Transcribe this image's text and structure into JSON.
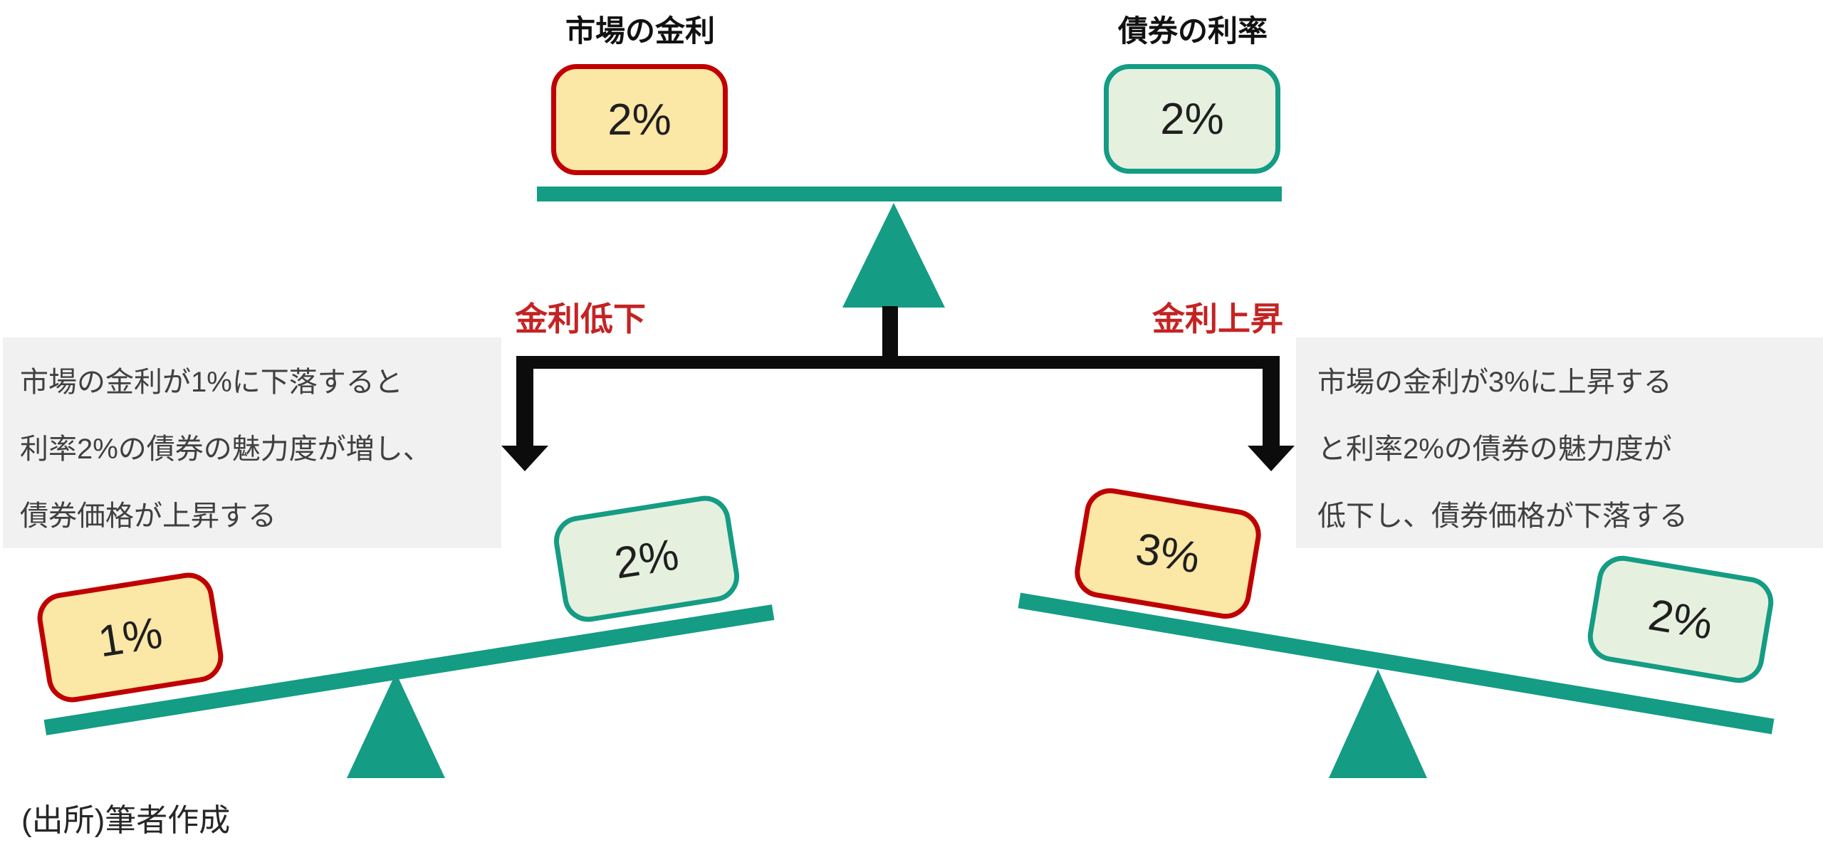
{
  "top": {
    "left_title": "市場の金利",
    "right_title": "債券の利率",
    "left_value": "2%",
    "right_value": "2%"
  },
  "arrows": {
    "left_label": "金利低下",
    "right_label": "金利上昇"
  },
  "notes": {
    "left": [
      "市場の金利が1%に下落すると",
      "利率2%の債券の魅力度が増し、",
      "債券価格が上昇する"
    ],
    "right": [
      "市場の金利が3%に上昇する",
      "と利率2%の債券の魅力度が",
      "低下し、債券価格が下落する"
    ]
  },
  "seesaw_left": {
    "left_value": "1%",
    "right_value": "2%"
  },
  "seesaw_right": {
    "left_value": "3%",
    "right_value": "2%"
  },
  "source": "(出所)筆者作成",
  "colors": {
    "teal": "#149C84",
    "yellow_fill": "#FBE7A6",
    "red_border": "#C00000",
    "green_fill": "#E6F0DF",
    "red_label": "#C42323",
    "note_bg": "#F1F1F1",
    "arrow_black": "#0C0C0C"
  }
}
